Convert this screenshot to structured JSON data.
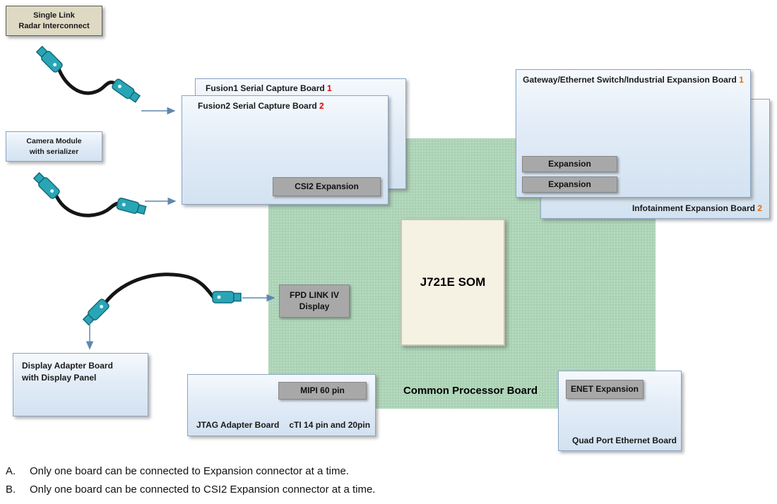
{
  "diagram": {
    "radar": {
      "line1": "Single Link",
      "line2": "Radar Interconnect"
    },
    "camera": {
      "line1": "Camera Module",
      "line2": "with serializer"
    },
    "fusion1": {
      "title": "Fusion1 Serial Capture Board",
      "num": "1"
    },
    "fusion2": {
      "title": "Fusion2 Serial Capture Board",
      "num": "2"
    },
    "csi2_button": "CSI2 Expansion",
    "gateway": {
      "title": "Gateway/Ethernet Switch/Industrial Expansion Board",
      "num": "1"
    },
    "infotainment": {
      "title": "Infotainment Expansion Board",
      "num": "2"
    },
    "expansion_buttons": [
      "Expansion",
      "Expansion"
    ],
    "som_label": "J721E SOM",
    "processor_board_label": "Common Processor Board",
    "fpd": {
      "line1": "FPD LINK IV",
      "line2": "Display"
    },
    "display_adapter": {
      "line1": "Display Adapter Board",
      "line2": "with Display Panel"
    },
    "jtag": {
      "button": "MIPI 60 pin",
      "label1": "JTAG Adapter Board",
      "label2": "cTI 14 pin and 20pin"
    },
    "quad": {
      "button": "ENET Expansion",
      "label": "Quad Port Ethernet Board"
    },
    "notes": [
      {
        "marker": "A.",
        "text": "Only one board can be connected to Expansion connector at a time."
      },
      {
        "marker": "B.",
        "text": "Only one board can be connected to CSI2 Expansion connector at a time."
      }
    ],
    "colors": {
      "board_green": "#aad2b4",
      "button_gray": "#a8a8a8",
      "box_blue_border": "#8aa4c2",
      "accent_red": "#e00000",
      "accent_orange": "#e36c0a",
      "connector_teal": "#2aa5b6"
    }
  }
}
